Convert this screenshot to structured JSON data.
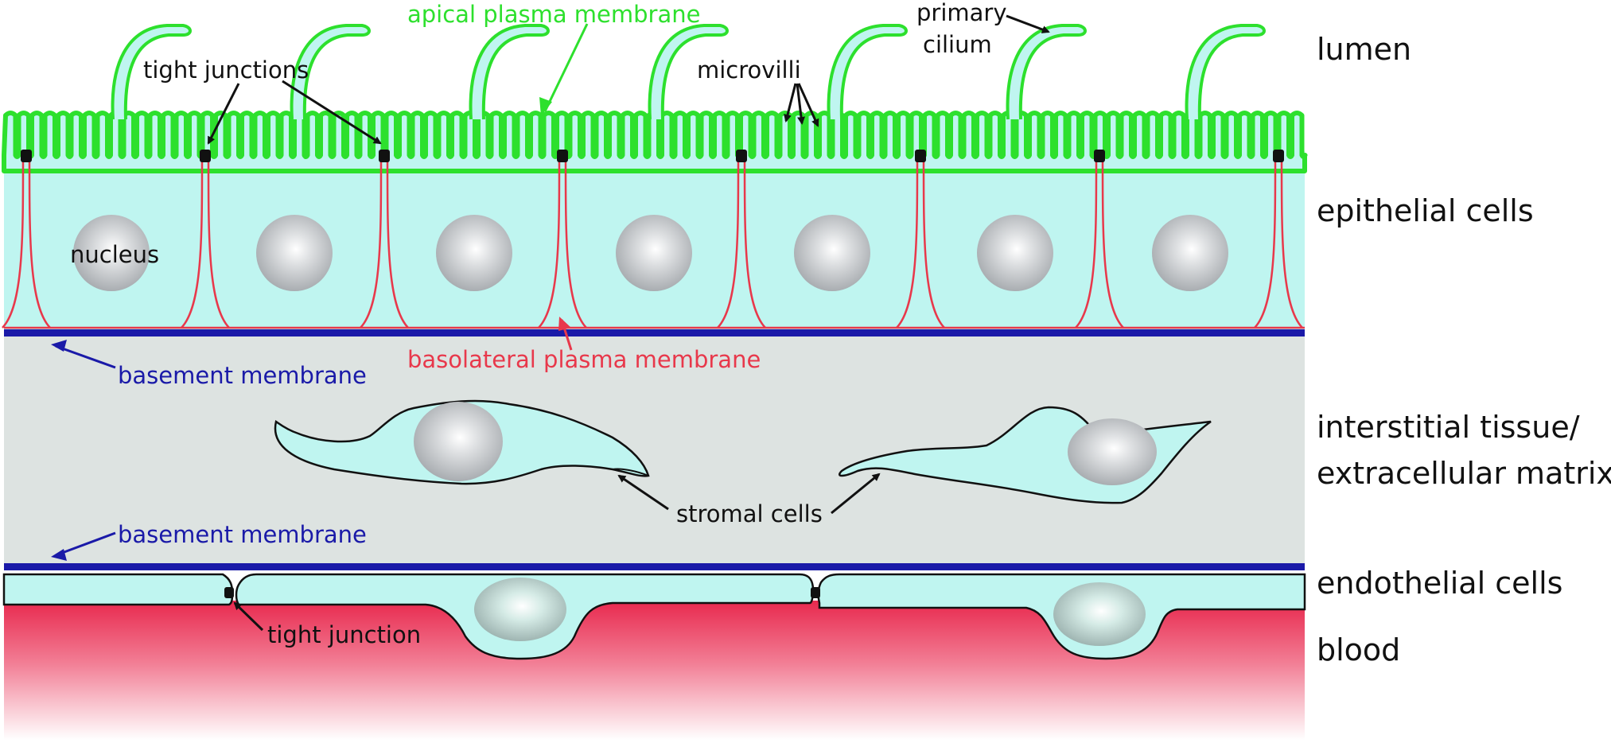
{
  "labels": {
    "apical": "apical plasma membrane",
    "primary_cilium_line1": "primary",
    "primary_cilium_line2": "cilium",
    "tight_junctions": "tight junctions",
    "microvilli": "microvilli",
    "nucleus": "nucleus",
    "basolateral": "basolateral plasma membrane",
    "basement_membrane_top": "basement membrane",
    "basement_membrane_bottom": "basement membrane",
    "stromal_cells": "stromal cells",
    "tight_junction": "tight junction"
  },
  "side_labels": {
    "lumen": "lumen",
    "epithelial_cells": "epithelial cells",
    "interstitial_line1": "interstitial tissue/",
    "interstitial_line2": "extracellular matrix",
    "endothelial_cells": "endothelial cells",
    "blood": "blood"
  },
  "colors": {
    "apical_membrane": "#2de02d",
    "basolateral_membrane": "#e8384b",
    "basement_membrane": "#1a1aa8",
    "cell_fill": "#bff5f0",
    "interstitium": "#dde3e1",
    "blood": "#e8294e",
    "junction": "#111111"
  }
}
